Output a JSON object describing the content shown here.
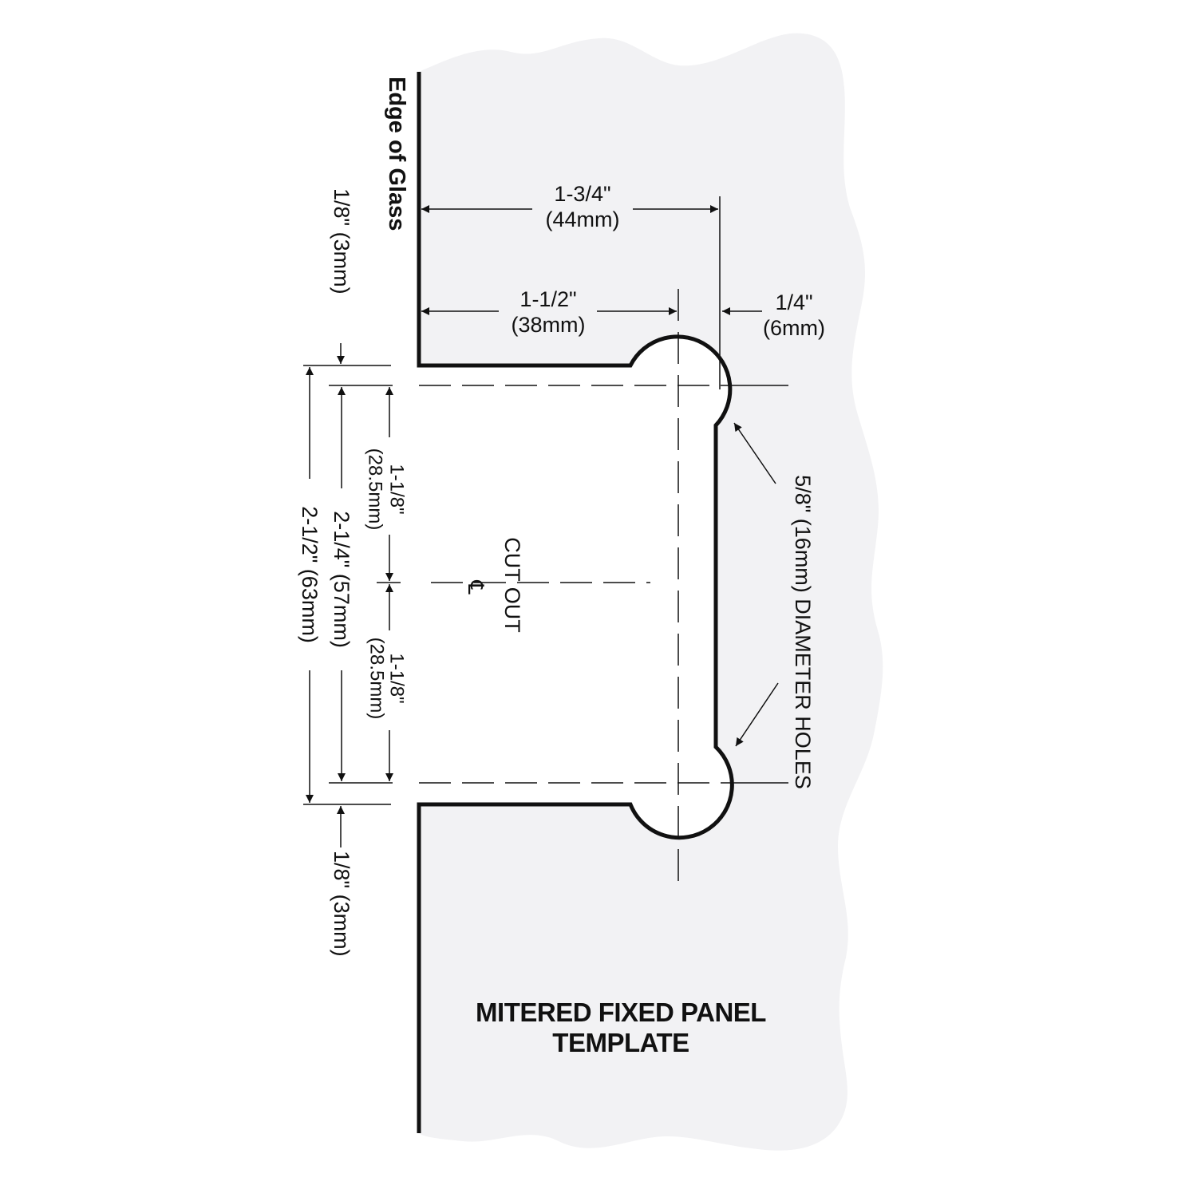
{
  "colors": {
    "background": "#ffffff",
    "glass_fill": "#f2f2f4",
    "line": "#111111"
  },
  "labels": {
    "edge_of_glass": "Edge of Glass",
    "cut_out": "CUT OUT",
    "centerline_symbol": "℄",
    "title_line1": "MITERED FIXED PANEL",
    "title_line2": "TEMPLATE",
    "hole_diameter": "5/8\" (16mm) DIAMETER HOLES"
  },
  "dimensions": {
    "width_overall_in": "1-3/4\"",
    "width_overall_mm": "(44mm)",
    "width_hole_center_in": "1-1/2\"",
    "width_hole_center_mm": "(38mm)",
    "hole_offset_in": "1/4\"",
    "hole_offset_mm": "(6mm)",
    "top_gap": "1/8\" (3mm)",
    "bottom_gap": "1/8\" (3mm)",
    "upper_half_in": "1-1/8\"",
    "upper_half_mm": "(28.5mm)",
    "lower_half_in": "1-1/8\"",
    "lower_half_mm": "(28.5mm)",
    "hole_span": "2-1/4\" (57mm)",
    "cutout_height": "2-1/2\" (63mm)"
  }
}
